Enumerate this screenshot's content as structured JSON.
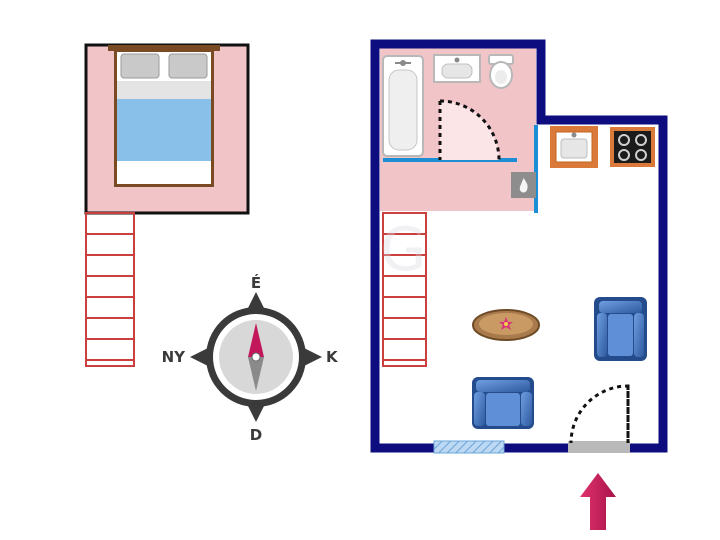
{
  "compass": {
    "north": "É",
    "south": "D",
    "east": "K",
    "west": "NY"
  },
  "colors": {
    "wall": "#0d0d80",
    "floor_pink": "#f1c4c8",
    "ladder": "#c9403f",
    "bed_blanket": "#88c0ea",
    "bed_frame": "#7a4a22",
    "armchair": "#3f6fb6",
    "kitchen_cabinet": "#d97a3a",
    "partition": "#1a8fd6",
    "entry_arrow": "#c2185b",
    "compass_ring": "#3a3a3a"
  },
  "icons": {
    "bed": "double-bed-icon",
    "bathtub": "bathtub-icon",
    "washbasin": "washbasin-icon",
    "toilet": "toilet-icon",
    "boiler": "boiler-flame-icon",
    "kitchen_sink": "kitchen-sink-icon",
    "cooktop": "cooktop-icon",
    "table": "coffee-table-icon",
    "armchair": "armchair-icon",
    "door": "door-swing-icon",
    "window": "window-icon",
    "ladder": "ladder-icon",
    "compass": "compass-icon",
    "entrance": "entrance-arrow-icon"
  }
}
